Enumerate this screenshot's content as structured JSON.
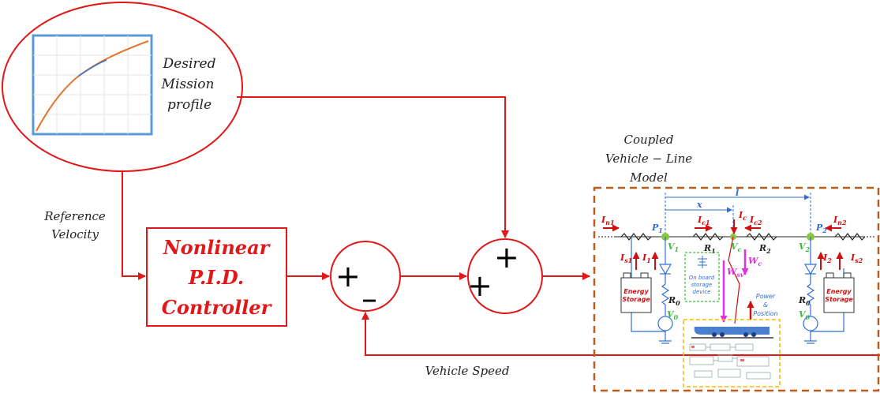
{
  "mission": {
    "label_lines": [
      "Desired",
      "Mission",
      "profile"
    ]
  },
  "reference_label": [
    "Reference",
    "Velocity"
  ],
  "controller": {
    "lines": [
      "Nonlinear",
      "P.I.D.",
      "Controller"
    ]
  },
  "sum1": {
    "top_left": "+",
    "bottom": "–"
  },
  "sum2": {
    "left": "+",
    "top": "+"
  },
  "feedback_label": "Vehicle Speed",
  "model_title": [
    "Coupled",
    "Vehicle − Line",
    "Model"
  ],
  "circuit": {
    "l": "l",
    "x": "x",
    "In1": "I",
    "In1_sub": "n1",
    "Ic1": "I",
    "Ic1_sub": "c1",
    "Ic": "I",
    "Ic_sub": "c",
    "Ic2": "I",
    "Ic2_sub": "c2",
    "In2": "I",
    "In2_sub": "n2",
    "P1": "P",
    "P1_sub": "1",
    "P2": "P",
    "P2_sub": "2",
    "R1": "R",
    "R1_sub": "1",
    "R2": "R",
    "R2_sub": "2",
    "V1": "V",
    "V1_sub": "1",
    "Vc": "V",
    "Vc_sub": "c",
    "V2": "V",
    "V2_sub": "2",
    "Is1": "I",
    "Is1_sub": "s1",
    "I1": "I",
    "I1_sub": "1",
    "I2": "I",
    "I2_sub": "2",
    "Is2": "I",
    "Is2_sub": "s2",
    "Wsv": "W",
    "Wsv_sub": "sv",
    "Wc": "W",
    "Wc_sub": "c",
    "R0_left": "R",
    "R0_left_sub": "0",
    "R0_right": "R",
    "R0_right_sub": "0",
    "V0_left": "V",
    "V0_left_sub": "0",
    "V0_right": "V",
    "V0_right_sub": "0",
    "energy_storage_left": [
      "Energy",
      "Storage"
    ],
    "energy_storage_right": [
      "Energy",
      "Storage"
    ],
    "onboard": [
      "On board",
      "storage",
      "device"
    ],
    "power_position": [
      "Power",
      "&",
      "Position"
    ]
  },
  "colors": {
    "red": "#e01818",
    "blue_frame": "#5b9bd5",
    "orange_dash": "#b85c1e",
    "green_node": "#8cc63f",
    "magenta": "#e030e0",
    "circuit_blue": "#2f6fd6",
    "yellow_dash": "#f2b817",
    "green_dash": "#3cbf3c"
  }
}
